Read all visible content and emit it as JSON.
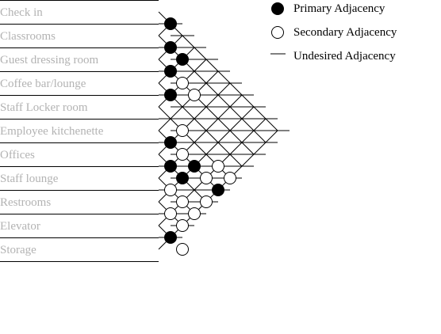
{
  "rooms": [
    "Check in",
    "Classrooms",
    "Guest dressing room",
    "Coffee bar/lounge",
    "Staff Locker room",
    "Employee kitchenette",
    "Offices",
    "Staff lounge",
    "Restrooms",
    "Elevator",
    "Storage"
  ],
  "legend": {
    "primary": "Primary Adjacency",
    "secondary": "Secondary Adjacency",
    "undesired": "Undesired Adjacency"
  },
  "colors": {
    "label_text": "#b3b3b3",
    "lines": "#000000",
    "primary_fill": "#000000",
    "secondary_fill": "#ffffff"
  },
  "relationships": {
    "primary": [
      [
        0,
        1
      ],
      [
        1,
        2
      ],
      [
        1,
        3
      ],
      [
        2,
        3
      ],
      [
        3,
        4
      ],
      [
        5,
        6
      ],
      [
        5,
        8
      ],
      [
        6,
        7
      ],
      [
        6,
        8
      ],
      [
        5,
        10
      ],
      [
        9,
        10
      ]
    ],
    "secondary": [
      [
        2,
        4
      ],
      [
        2,
        5
      ],
      [
        4,
        6
      ],
      [
        4,
        9
      ],
      [
        4,
        10
      ],
      [
        5,
        7
      ],
      [
        5,
        9
      ],
      [
        6,
        10
      ],
      [
        7,
        9
      ],
      [
        8,
        10
      ],
      [
        8,
        9
      ],
      [
        7,
        8
      ],
      [
        7,
        10
      ],
      [
        9,
        11
      ]
    ]
  }
}
